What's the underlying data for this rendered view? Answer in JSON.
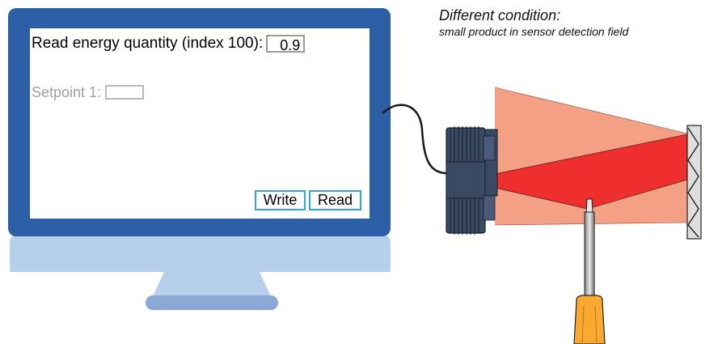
{
  "screen": {
    "read_label": "Read energy quantity (index 100):",
    "read_value": "0.9",
    "setpoint_label": "Setpoint 1:",
    "setpoint_value": "",
    "write_button": "Write",
    "read_button": "Read"
  },
  "caption": {
    "title": "Different condition:",
    "subtitle": "small product in sensor detection field"
  },
  "colors": {
    "monitor_bezel": "#2c5fa6",
    "monitor_base": "#b6d0ec",
    "stand_foot": "#8aa9d6",
    "sensor_body": "#3b4a63",
    "beam_light": "#f4a084",
    "beam_dark": "#ef2e2e",
    "screwdriver_handle": "#f9a92f",
    "button_border": "#2aa7dc"
  },
  "icons": [
    "monitor",
    "sensor",
    "cable",
    "detection-beam",
    "reflector",
    "screwdriver"
  ]
}
